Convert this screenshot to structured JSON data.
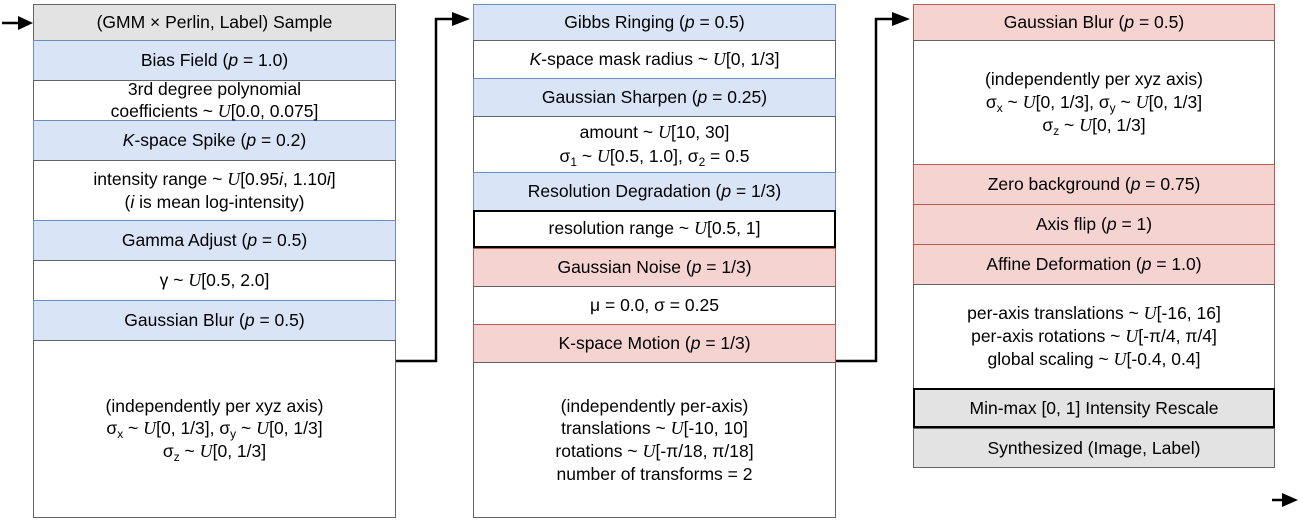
{
  "diagram": {
    "title": "Synthetic MRI augmentation pipeline",
    "colors": {
      "grey_fill": "#e3e3e3",
      "blue_fill": "#d9e4f7",
      "pink_fill": "#f5d3d1",
      "white_fill": "#ffffff",
      "grey_border": "#636363",
      "blue_border": "#6b8fc4",
      "pink_border": "#b95a51",
      "black_border": "#000000"
    },
    "columns": [
      {
        "id": "column-1",
        "rows": [
          {
            "kind": "header",
            "fill": "grey",
            "lines": [
              "(GMM × Perlin, Label) Sample"
            ]
          },
          {
            "kind": "header",
            "fill": "blue",
            "lines": [
              "Bias Field (p = 1.0)"
            ]
          },
          {
            "kind": "params",
            "fill": "white",
            "lines": [
              "3rd degree polynomial",
              "coefficients ~ U[0.0, 0.075]"
            ]
          },
          {
            "kind": "header",
            "fill": "blue",
            "lines": [
              "K-space Spike (p = 0.2)"
            ]
          },
          {
            "kind": "params",
            "fill": "white",
            "lines": [
              "intensity range ~ U[0.95i, 1.10i]",
              "(i is mean log-intensity)"
            ]
          },
          {
            "kind": "header",
            "fill": "blue",
            "lines": [
              "Gamma Adjust (p = 0.5)"
            ]
          },
          {
            "kind": "params",
            "fill": "white",
            "lines": [
              "γ ~ U[0.5, 2.0]"
            ]
          },
          {
            "kind": "header",
            "fill": "blue",
            "lines": [
              "Gaussian Blur (p = 0.5)"
            ]
          },
          {
            "kind": "params",
            "fill": "white",
            "lines": [
              "(independently per xyz axis)",
              "σx ~ U[0, 1/3], σy ~ U[0, 1/3]",
              "σz ~ U[0, 1/3]"
            ]
          }
        ]
      },
      {
        "id": "column-2",
        "rows": [
          {
            "kind": "header",
            "fill": "blue",
            "lines": [
              "Gibbs Ringing (p = 0.5)"
            ]
          },
          {
            "kind": "params",
            "fill": "white",
            "lines": [
              "K-space mask radius ~ U[0, 1/3]"
            ]
          },
          {
            "kind": "header",
            "fill": "blue",
            "lines": [
              "Gaussian Sharpen (p = 0.25)"
            ]
          },
          {
            "kind": "params",
            "fill": "white",
            "lines": [
              "amount ~ U[10, 30]",
              "σ1 ~ U[0.5, 1.0], σ2 = 0.5"
            ]
          },
          {
            "kind": "header",
            "fill": "blue",
            "lines": [
              "Resolution Degradation (p = 1/3)"
            ]
          },
          {
            "kind": "params",
            "fill": "white",
            "outline": "black",
            "lines": [
              "resolution range ~ U[0.5, 1]"
            ]
          },
          {
            "kind": "header",
            "fill": "pink",
            "lines": [
              "Gaussian Noise (p = 1/3)"
            ]
          },
          {
            "kind": "params",
            "fill": "white",
            "lines": [
              "μ = 0.0, σ = 0.25"
            ]
          },
          {
            "kind": "header",
            "fill": "pink",
            "lines": [
              "K-space Motion (p = 1/3)"
            ]
          },
          {
            "kind": "params",
            "fill": "white",
            "lines": [
              "(independently per-axis)",
              "translations ~ U[-10, 10]",
              "rotations ~ U[-π/18, π/18]",
              "number of transforms = 2"
            ]
          }
        ]
      },
      {
        "id": "column-3",
        "rows": [
          {
            "kind": "header",
            "fill": "pink",
            "lines": [
              "Gaussian Blur (p = 0.5)"
            ]
          },
          {
            "kind": "params",
            "fill": "white",
            "lines": [
              "(independently per xyz axis)",
              "σx ~ U[0, 1/3], σy ~ U[0, 1/3]",
              "σz ~ U[0, 1/3]"
            ]
          },
          {
            "kind": "header",
            "fill": "pink",
            "lines": [
              "Zero background (p = 0.75)"
            ]
          },
          {
            "kind": "header",
            "fill": "pink",
            "lines": [
              "Axis flip (p = 1)"
            ]
          },
          {
            "kind": "header",
            "fill": "pink",
            "lines": [
              "Affine Deformation (p = 1.0)"
            ]
          },
          {
            "kind": "params",
            "fill": "white",
            "lines": [
              "per-axis translations ~ U[-16, 16]",
              "per-axis rotations ~ U[-π/4, π/4]",
              "global scaling ~ U[-0.4, 0.4]"
            ]
          },
          {
            "kind": "header",
            "fill": "grey",
            "outline": "black",
            "lines": [
              "Min-max [0, 1] Intensity Rescale"
            ]
          },
          {
            "kind": "header",
            "fill": "grey",
            "lines": [
              "Synthesized (Image, Label)"
            ]
          }
        ]
      }
    ],
    "connectors": [
      {
        "id": "arrow-in",
        "label": "input arrow into (GMM × Perlin, Label) Sample"
      },
      {
        "id": "arrow-col1-col2",
        "label": "Gaussian Blur (p = 0.5) to Gibbs Ringing (p = 0.5)"
      },
      {
        "id": "arrow-col2-col3",
        "label": "K-space Motion (p = 1/3) to Gaussian Blur (p = 0.5)"
      },
      {
        "id": "arrow-out",
        "label": "output arrow from Synthesized (Image, Label)"
      }
    ]
  }
}
